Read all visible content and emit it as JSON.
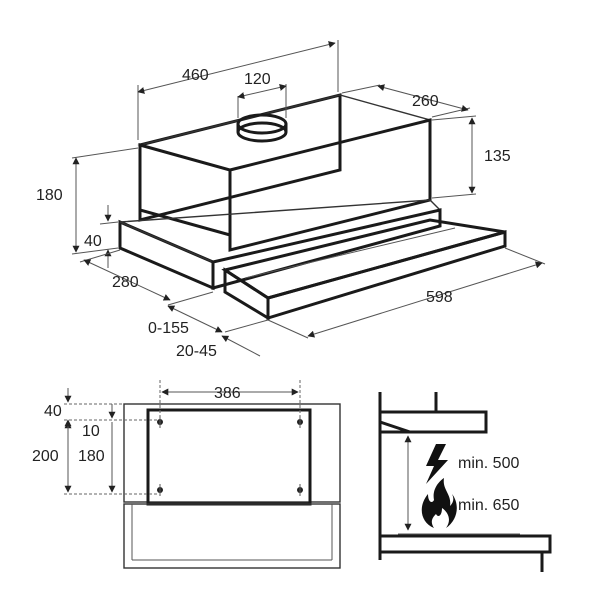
{
  "dimensions": {
    "width_total": "460",
    "duct": "120",
    "depth": "260",
    "body_height": "135",
    "total_height": "180",
    "front_height": "40",
    "front_depth": "280",
    "slide_range": "0-155",
    "panel_range": "20-45",
    "full_width": "598"
  },
  "mounting": {
    "hole_spacing": "386",
    "top_offset": "40",
    "hole_offset": "10",
    "outer_height": "200",
    "inner_height": "180"
  },
  "clearance": {
    "electric": "min. 500",
    "gas": "min. 650"
  },
  "icons": [
    "lightning-icon",
    "flame-icon"
  ]
}
